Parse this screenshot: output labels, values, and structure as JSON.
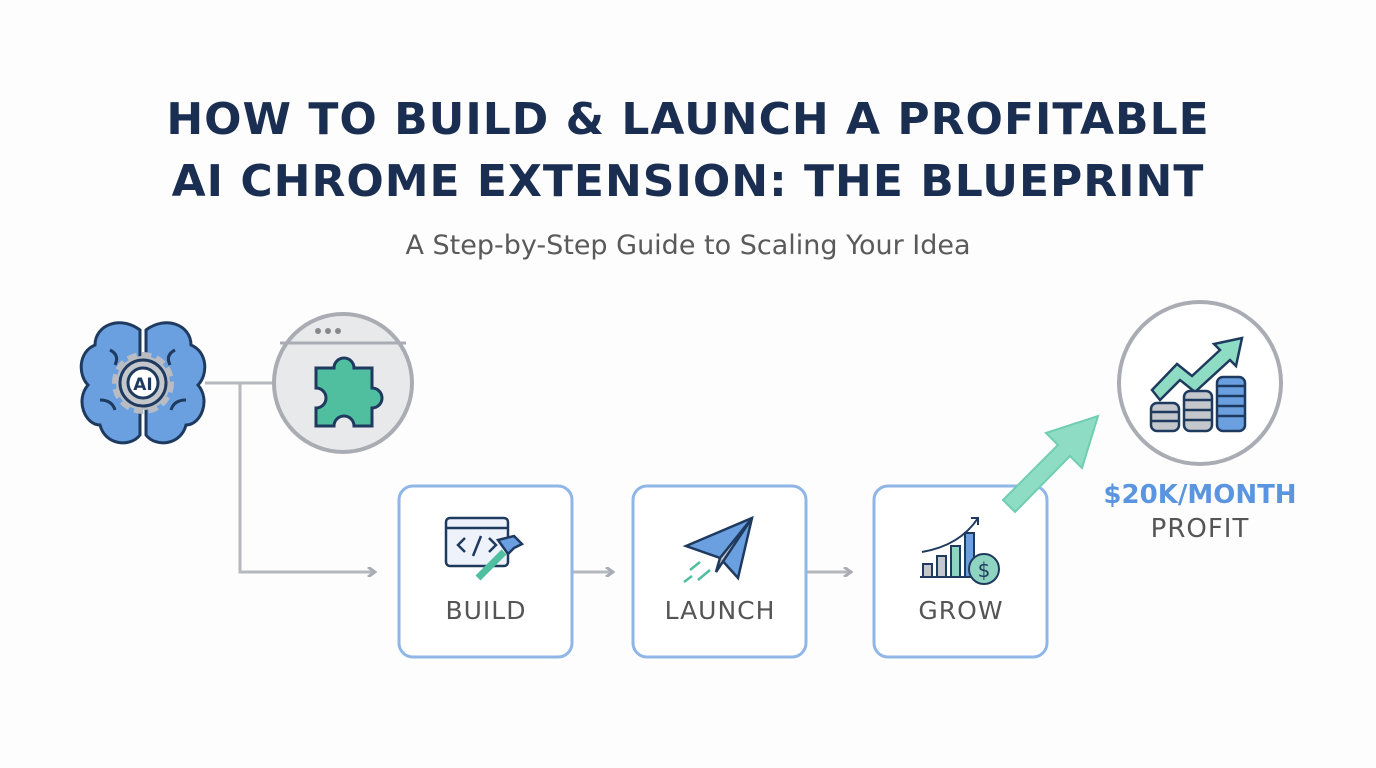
{
  "title": {
    "line1": "HOW TO BUILD & LAUNCH A PROFITABLE",
    "line2": "AI CHROME EXTENSION: THE BLUEPRINT"
  },
  "subtitle": "A Step-by-Step Guide to Scaling Your Idea",
  "brain": {
    "badge": "AI",
    "icon": "brain-gear-icon"
  },
  "extension": {
    "icon": "puzzle-piece-icon"
  },
  "steps": [
    {
      "label": "BUILD",
      "icon": "code-hammer-icon"
    },
    {
      "label": "LAUNCH",
      "icon": "paper-plane-icon"
    },
    {
      "label": "GROW",
      "icon": "bar-chart-dollar-icon"
    }
  ],
  "result": {
    "amount": "$20K/MONTH",
    "label": "PROFIT",
    "icon": "coins-growth-icon"
  },
  "colors": {
    "navy": "#1a2e52",
    "blue": "#5b95e0",
    "box_border": "#8fb6e6",
    "teal": "#5cc6a6",
    "gray": "#a9adb3"
  }
}
